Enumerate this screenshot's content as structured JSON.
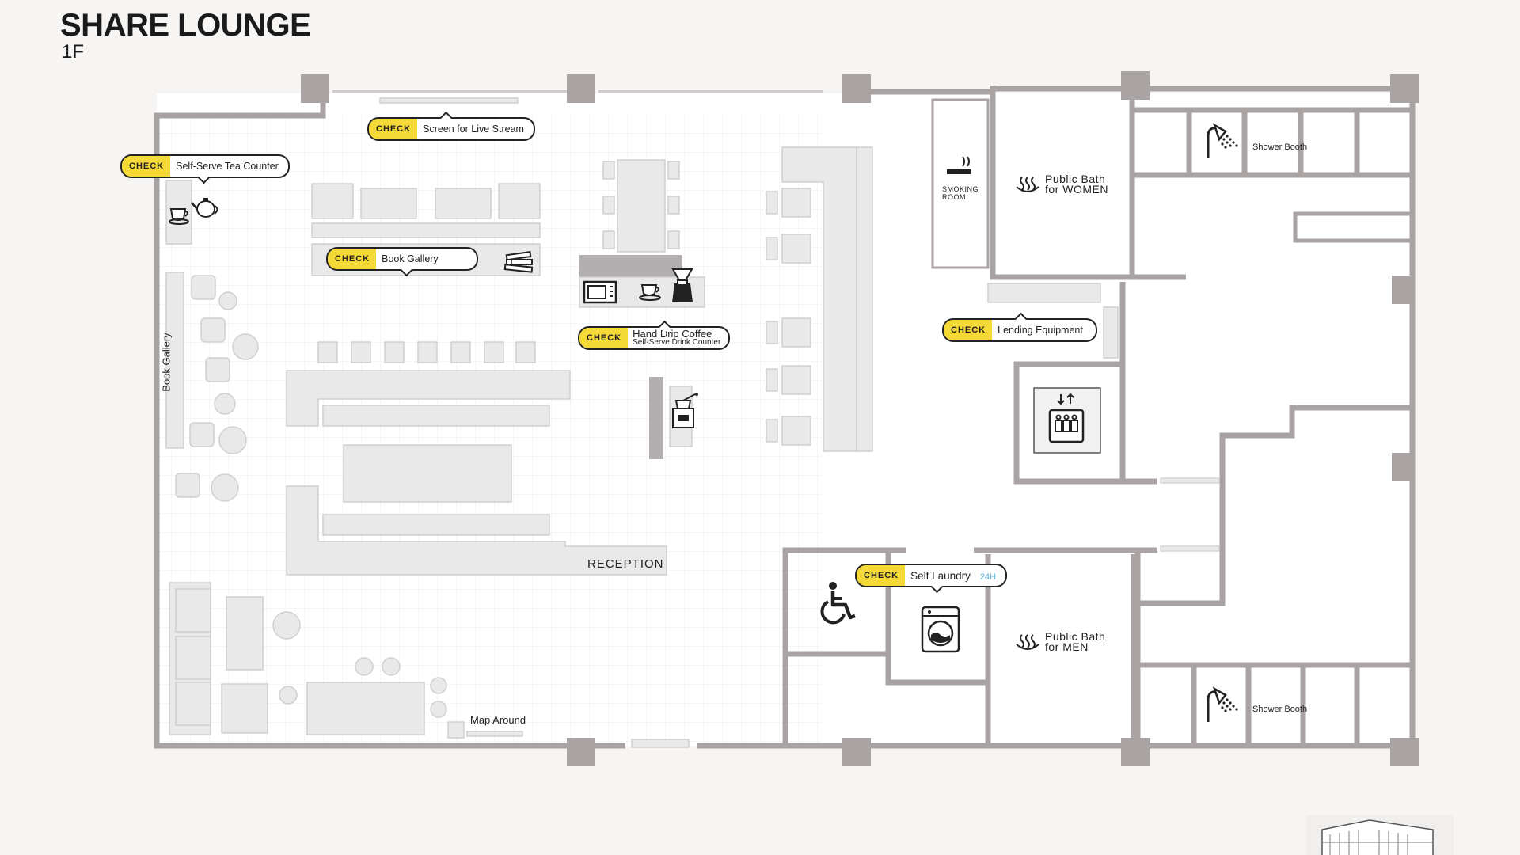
{
  "header": {
    "title": "SHARE LOUNGE",
    "floor": "1F"
  },
  "callouts": {
    "check_label": "CHECK",
    "live_stream": "Screen for Live Stream",
    "tea_counter": "Self-Serve Tea Counter",
    "book_gallery": "Book Gallery",
    "hand_drip_title": "Hand Drip Coffee",
    "hand_drip_sub": "Self-Serve Drink Counter",
    "lending": "Lending Equipment",
    "laundry": "Self Laundry",
    "laundry_hours": "24H"
  },
  "labels": {
    "book_gallery_vertical": "Book Gallery",
    "reception": "RECEPTION",
    "map_around": "Map Around",
    "smoking_1": "SMOKING",
    "smoking_2": "ROOM",
    "bath_women_1": "Public Bath",
    "bath_women_2": "for WOMEN",
    "bath_men_1": "Public Bath",
    "bath_men_2": "for MEN",
    "shower_top": "Shower Booth",
    "shower_bottom": "Shower Booth"
  },
  "icons": [
    "teacup-icon",
    "teapot-icon",
    "books-icon",
    "microwave-icon",
    "coffee-cup-icon",
    "coffee-dripper-icon",
    "coffee-grinder-icon",
    "smoking-icon",
    "hot-spring-icon",
    "shower-icon",
    "elevator-icon",
    "wheelchair-icon",
    "washing-machine-icon"
  ],
  "colors": {
    "wall": "#a9a3a4",
    "furniture": "#e8e8e8",
    "badge": "#f5d936",
    "accent_24h": "#5cb6e0"
  }
}
